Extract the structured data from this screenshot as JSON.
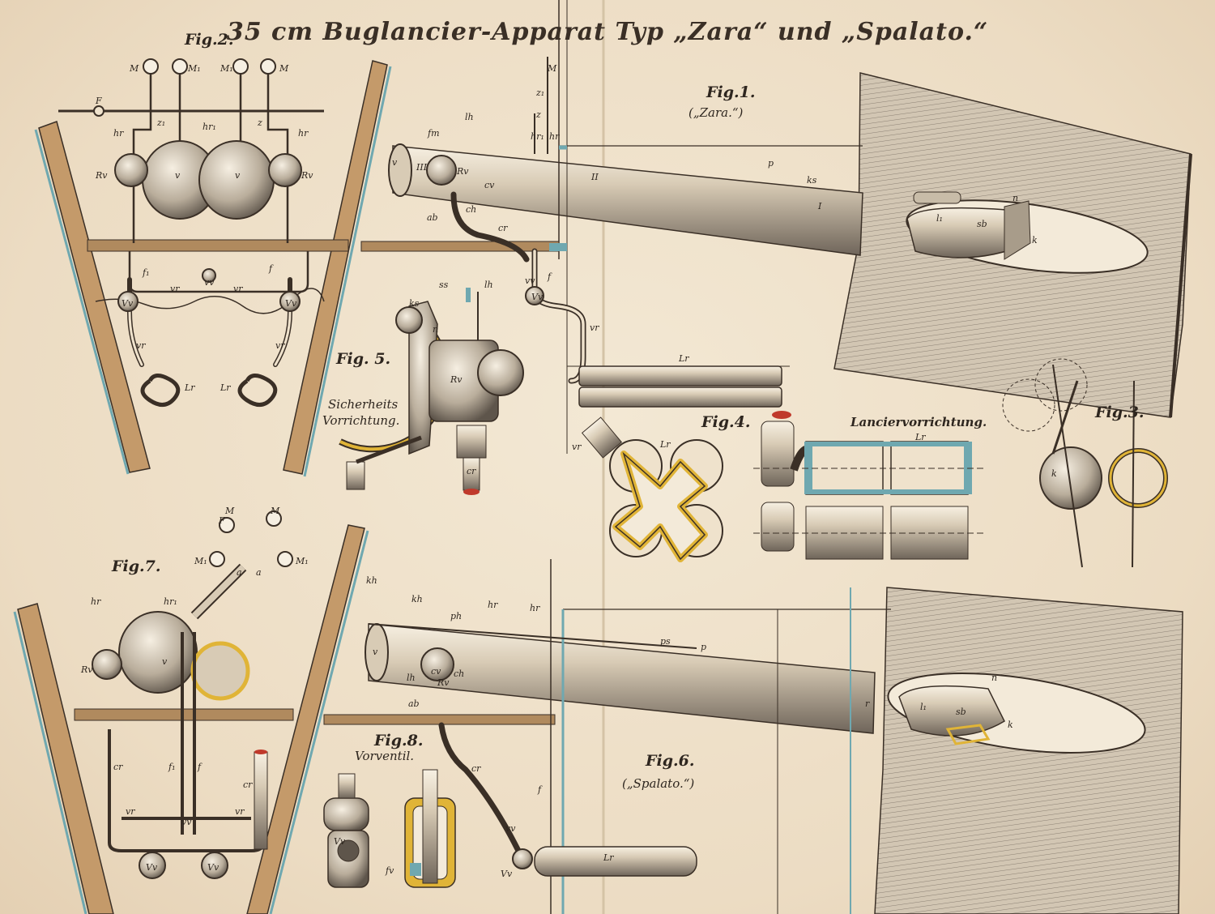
{
  "title": "35 cm Buglancier-Apparat Typ „Zara“ und „Spalato.“",
  "figures": {
    "fig1": {
      "label": "Fig.1.",
      "caption": "(„Zara.“)"
    },
    "fig2": {
      "label": "Fig.2."
    },
    "fig3": {
      "label": "Fig.3."
    },
    "fig4": {
      "label": "Fig.4."
    },
    "fig5": {
      "label": "Fig. 5.",
      "caption_line1": "Sicherheits",
      "caption_line2": "Vorrichtung."
    },
    "fig6": {
      "label": "Fig.6.",
      "caption": "(„Spalato.“)"
    },
    "fig7": {
      "label": "Fig.7."
    },
    "fig8": {
      "label": "Fig.8.",
      "caption": "Vorventil."
    },
    "lancier": {
      "label": "Lanciervorrichtung."
    }
  },
  "parts": {
    "M": "M",
    "M1": "M₁",
    "F": "F",
    "z": "z",
    "z1": "z₁",
    "hr": "hr",
    "hr1": "hr₁",
    "Rv": "Rv",
    "v": "v",
    "vr": "vr",
    "vv": "vv",
    "f": "f",
    "f1": "f₁",
    "Vv": "Vv",
    "Lr": "Lr",
    "cr": "cr",
    "ch": "ch",
    "cv": "cv",
    "ab": "ab",
    "fm": "fm",
    "lh": "lh",
    "ks": "ks",
    "ss": "ss",
    "n": "n",
    "sb": "sb",
    "k": "k",
    "l1": "l₁",
    "I": "I",
    "II": "II",
    "III": "III",
    "p": "p",
    "ps": "ps",
    "ph": "ph",
    "kh": "kh",
    "a": "a",
    "r": "r",
    "fv": "fv"
  },
  "colors": {
    "paper": "#efe2cc",
    "ink": "#3a2f26",
    "wood": "#b08a5e",
    "water": "#6fa8b0",
    "yellow": "#e0b437",
    "red": "#c0392b"
  }
}
